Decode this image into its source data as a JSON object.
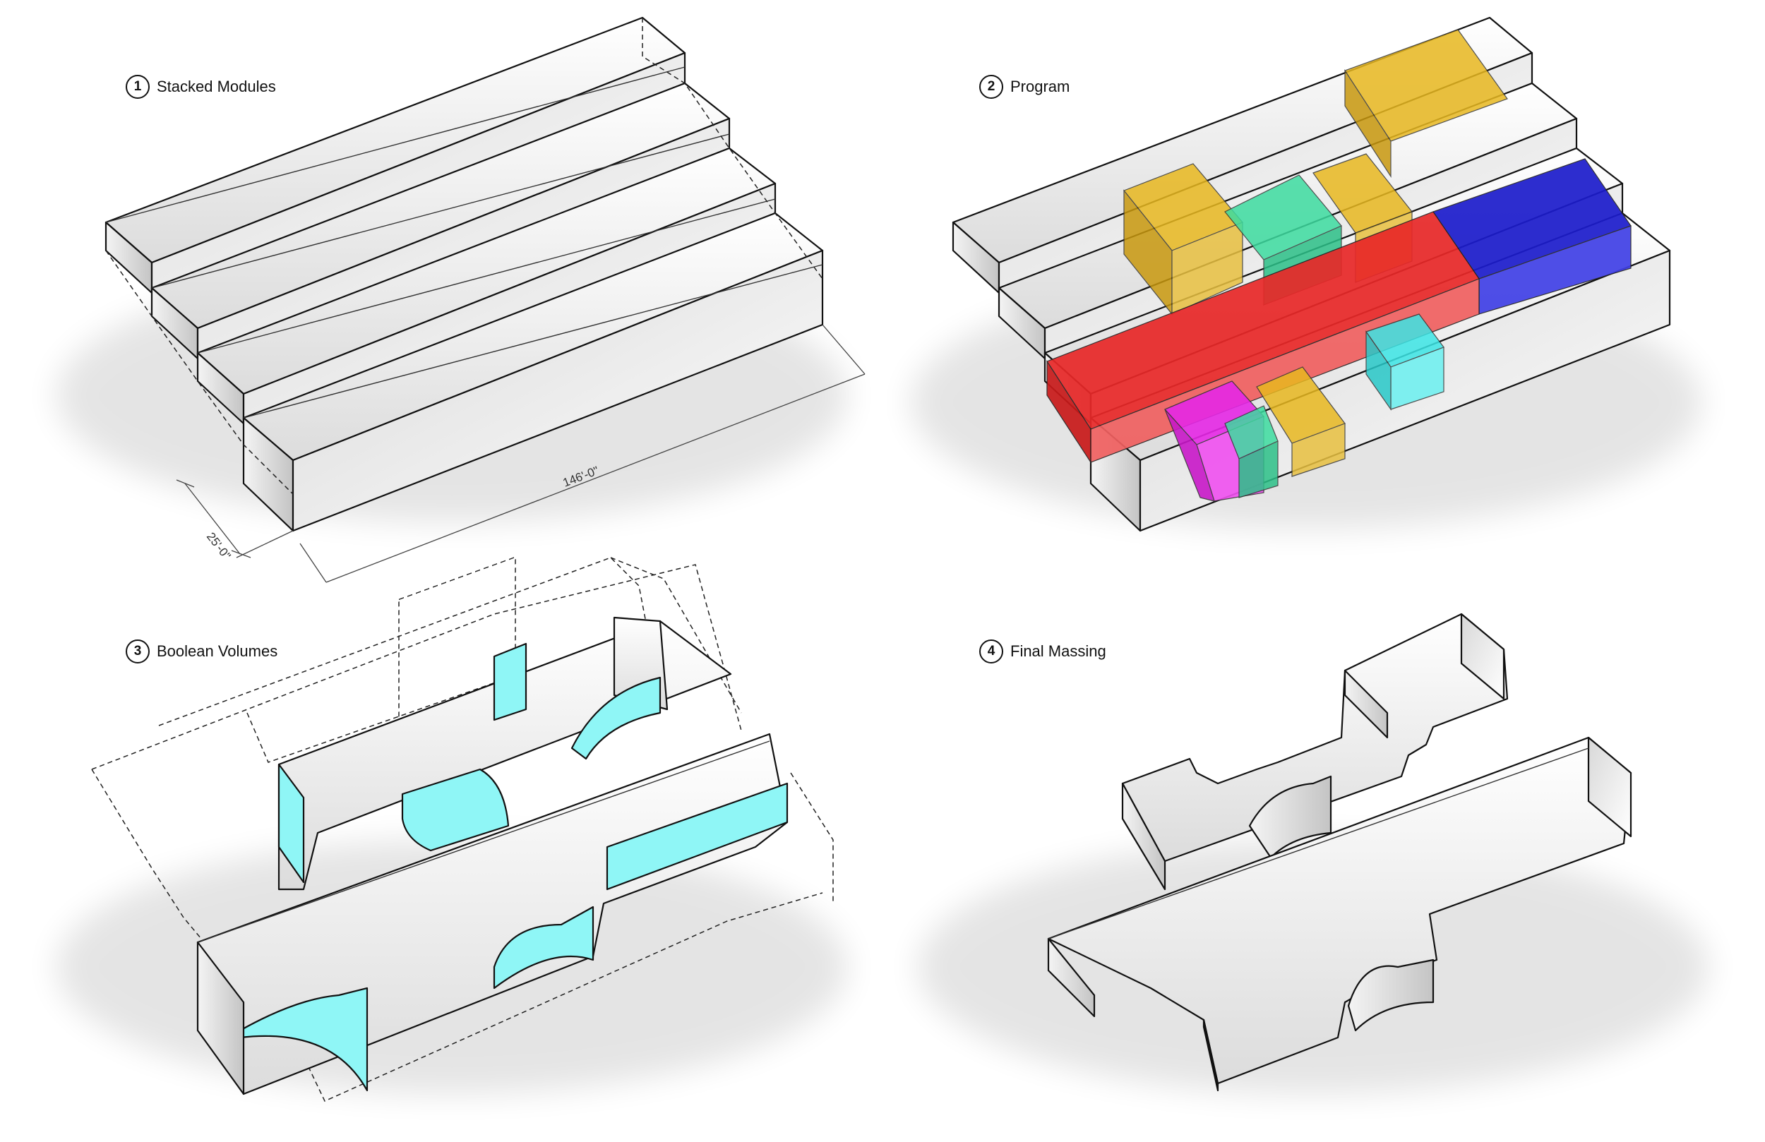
{
  "panels": [
    {
      "number": "1",
      "title": "Stacked Modules"
    },
    {
      "number": "2",
      "title": "Program"
    },
    {
      "number": "3",
      "title": "Boolean Volumes"
    },
    {
      "number": "4",
      "title": "Final Massing"
    }
  ],
  "dimensions": {
    "length": "146'-0\"",
    "width": "25'-0\""
  },
  "colors": {
    "program_yellow": "#e8b820",
    "program_green": "#3ddca0",
    "program_red": "#e82828",
    "program_blue": "#1c1ccc",
    "program_cyan": "#3ce6e6",
    "program_magenta": "#e628e6",
    "boolean_cut": "#8ff6f6"
  }
}
